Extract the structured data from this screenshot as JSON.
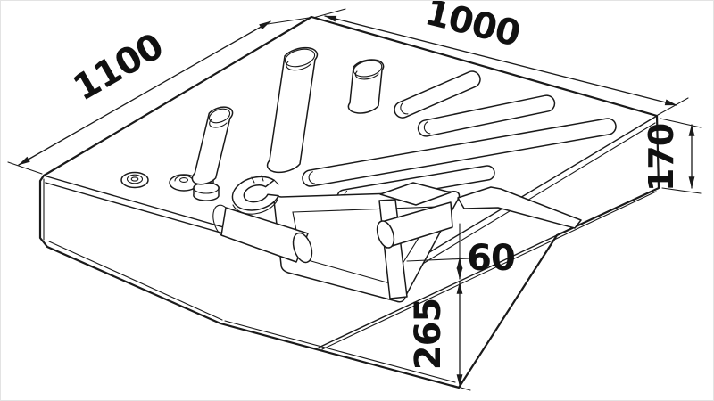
{
  "drawing": {
    "colors": {
      "line": "#1a1a1a",
      "background": "#ffffff"
    },
    "dimensions": {
      "top_left_edge": {
        "label": "1100"
      },
      "top_right_edge": {
        "label": "1000"
      },
      "right_height": {
        "label": "170"
      },
      "handle_gap": {
        "label": "60"
      },
      "base_height": {
        "label": "265"
      }
    }
  }
}
